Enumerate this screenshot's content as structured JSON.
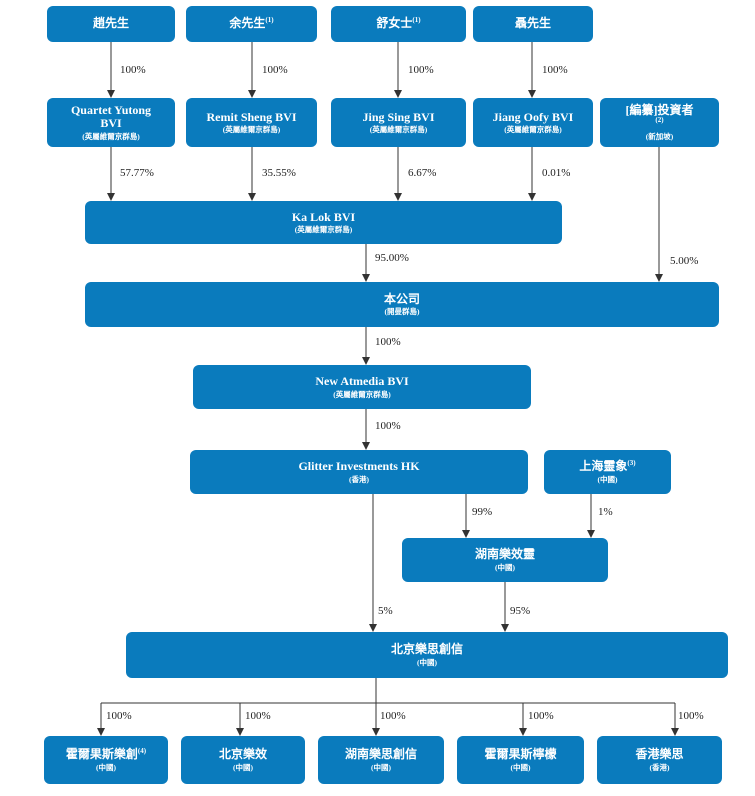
{
  "colors": {
    "box": "#0a7bbd",
    "box_text": "#ffffff",
    "line": "#333333"
  },
  "nodes": {
    "zhao": {
      "name": "趙先生",
      "note": "",
      "sub": ""
    },
    "yu": {
      "name": "余先生",
      "note": "(1)",
      "sub": ""
    },
    "shu": {
      "name": "舒女士",
      "note": "(1)",
      "sub": ""
    },
    "nie": {
      "name": "聶先生",
      "note": "",
      "sub": ""
    },
    "quartet": {
      "name": "Quartet Yutong BVI",
      "note": "",
      "sub": "(英屬維爾京群島)"
    },
    "remit": {
      "name": "Remit Sheng BVI",
      "note": "",
      "sub": "(英屬維爾京群島)"
    },
    "jingsing": {
      "name": "Jing Sing BVI",
      "note": "",
      "sub": "(英屬維爾京群島)"
    },
    "jiangoofy": {
      "name": "Jiang Oofy BVI",
      "note": "",
      "sub": "(英屬維爾京群島)"
    },
    "investor": {
      "name": "[編纂]投資者",
      "note": "(2)",
      "sub": "(新加坡)"
    },
    "kalok": {
      "name": "Ka Lok BVI",
      "note": "",
      "sub": "(英屬維爾京群島)"
    },
    "company": {
      "name": "本公司",
      "note": "",
      "sub": "(開曼群島)"
    },
    "atmedia": {
      "name": "New Atmedia BVI",
      "note": "",
      "sub": "(英屬維爾京群島)"
    },
    "glitter": {
      "name": "Glitter Investments HK",
      "note": "",
      "sub": "(香港)"
    },
    "shlx": {
      "name": "上海靈象",
      "note": "(3)",
      "sub": "(中國)"
    },
    "hnlxy": {
      "name": "湖南樂效靈",
      "note": "",
      "sub": "(中國)"
    },
    "bjlscx": {
      "name": "北京樂思創信",
      "note": "",
      "sub": "(中國)"
    },
    "hegs": {
      "name": "霍爾果斯樂創",
      "note": "(4)",
      "sub": "(中國)"
    },
    "bjlx": {
      "name": "北京樂效",
      "note": "",
      "sub": "(中國)"
    },
    "hnlscx": {
      "name": "湖南樂思創信",
      "note": "",
      "sub": "(中國)"
    },
    "hegsnm": {
      "name": "霍爾果斯檸檬",
      "note": "",
      "sub": "(中國)"
    },
    "hkls": {
      "name": "香港樂思",
      "note": "",
      "sub": "(香港)"
    }
  },
  "percentages": {
    "zhao_quartet": "100%",
    "yu_remit": "100%",
    "shu_jingsing": "100%",
    "nie_jiangoofy": "100%",
    "quartet_kalok": "57.77%",
    "remit_kalok": "35.55%",
    "jingsing_kalok": "6.67%",
    "jiangoofy_kalok": "0.01%",
    "kalok_company": "95.00%",
    "investor_company": "5.00%",
    "company_atmedia": "100%",
    "atmedia_glitter": "100%",
    "glitter_hnlxy": "99%",
    "shlx_hnlxy": "1%",
    "glitter_bjlscx": "5%",
    "hnlxy_bjlscx": "95%",
    "bjlscx_hegs": "100%",
    "bjlscx_bjlx": "100%",
    "bjlscx_hnlscx": "100%",
    "bjlscx_hegsnm": "100%",
    "bjlscx_hkls": "100%"
  }
}
